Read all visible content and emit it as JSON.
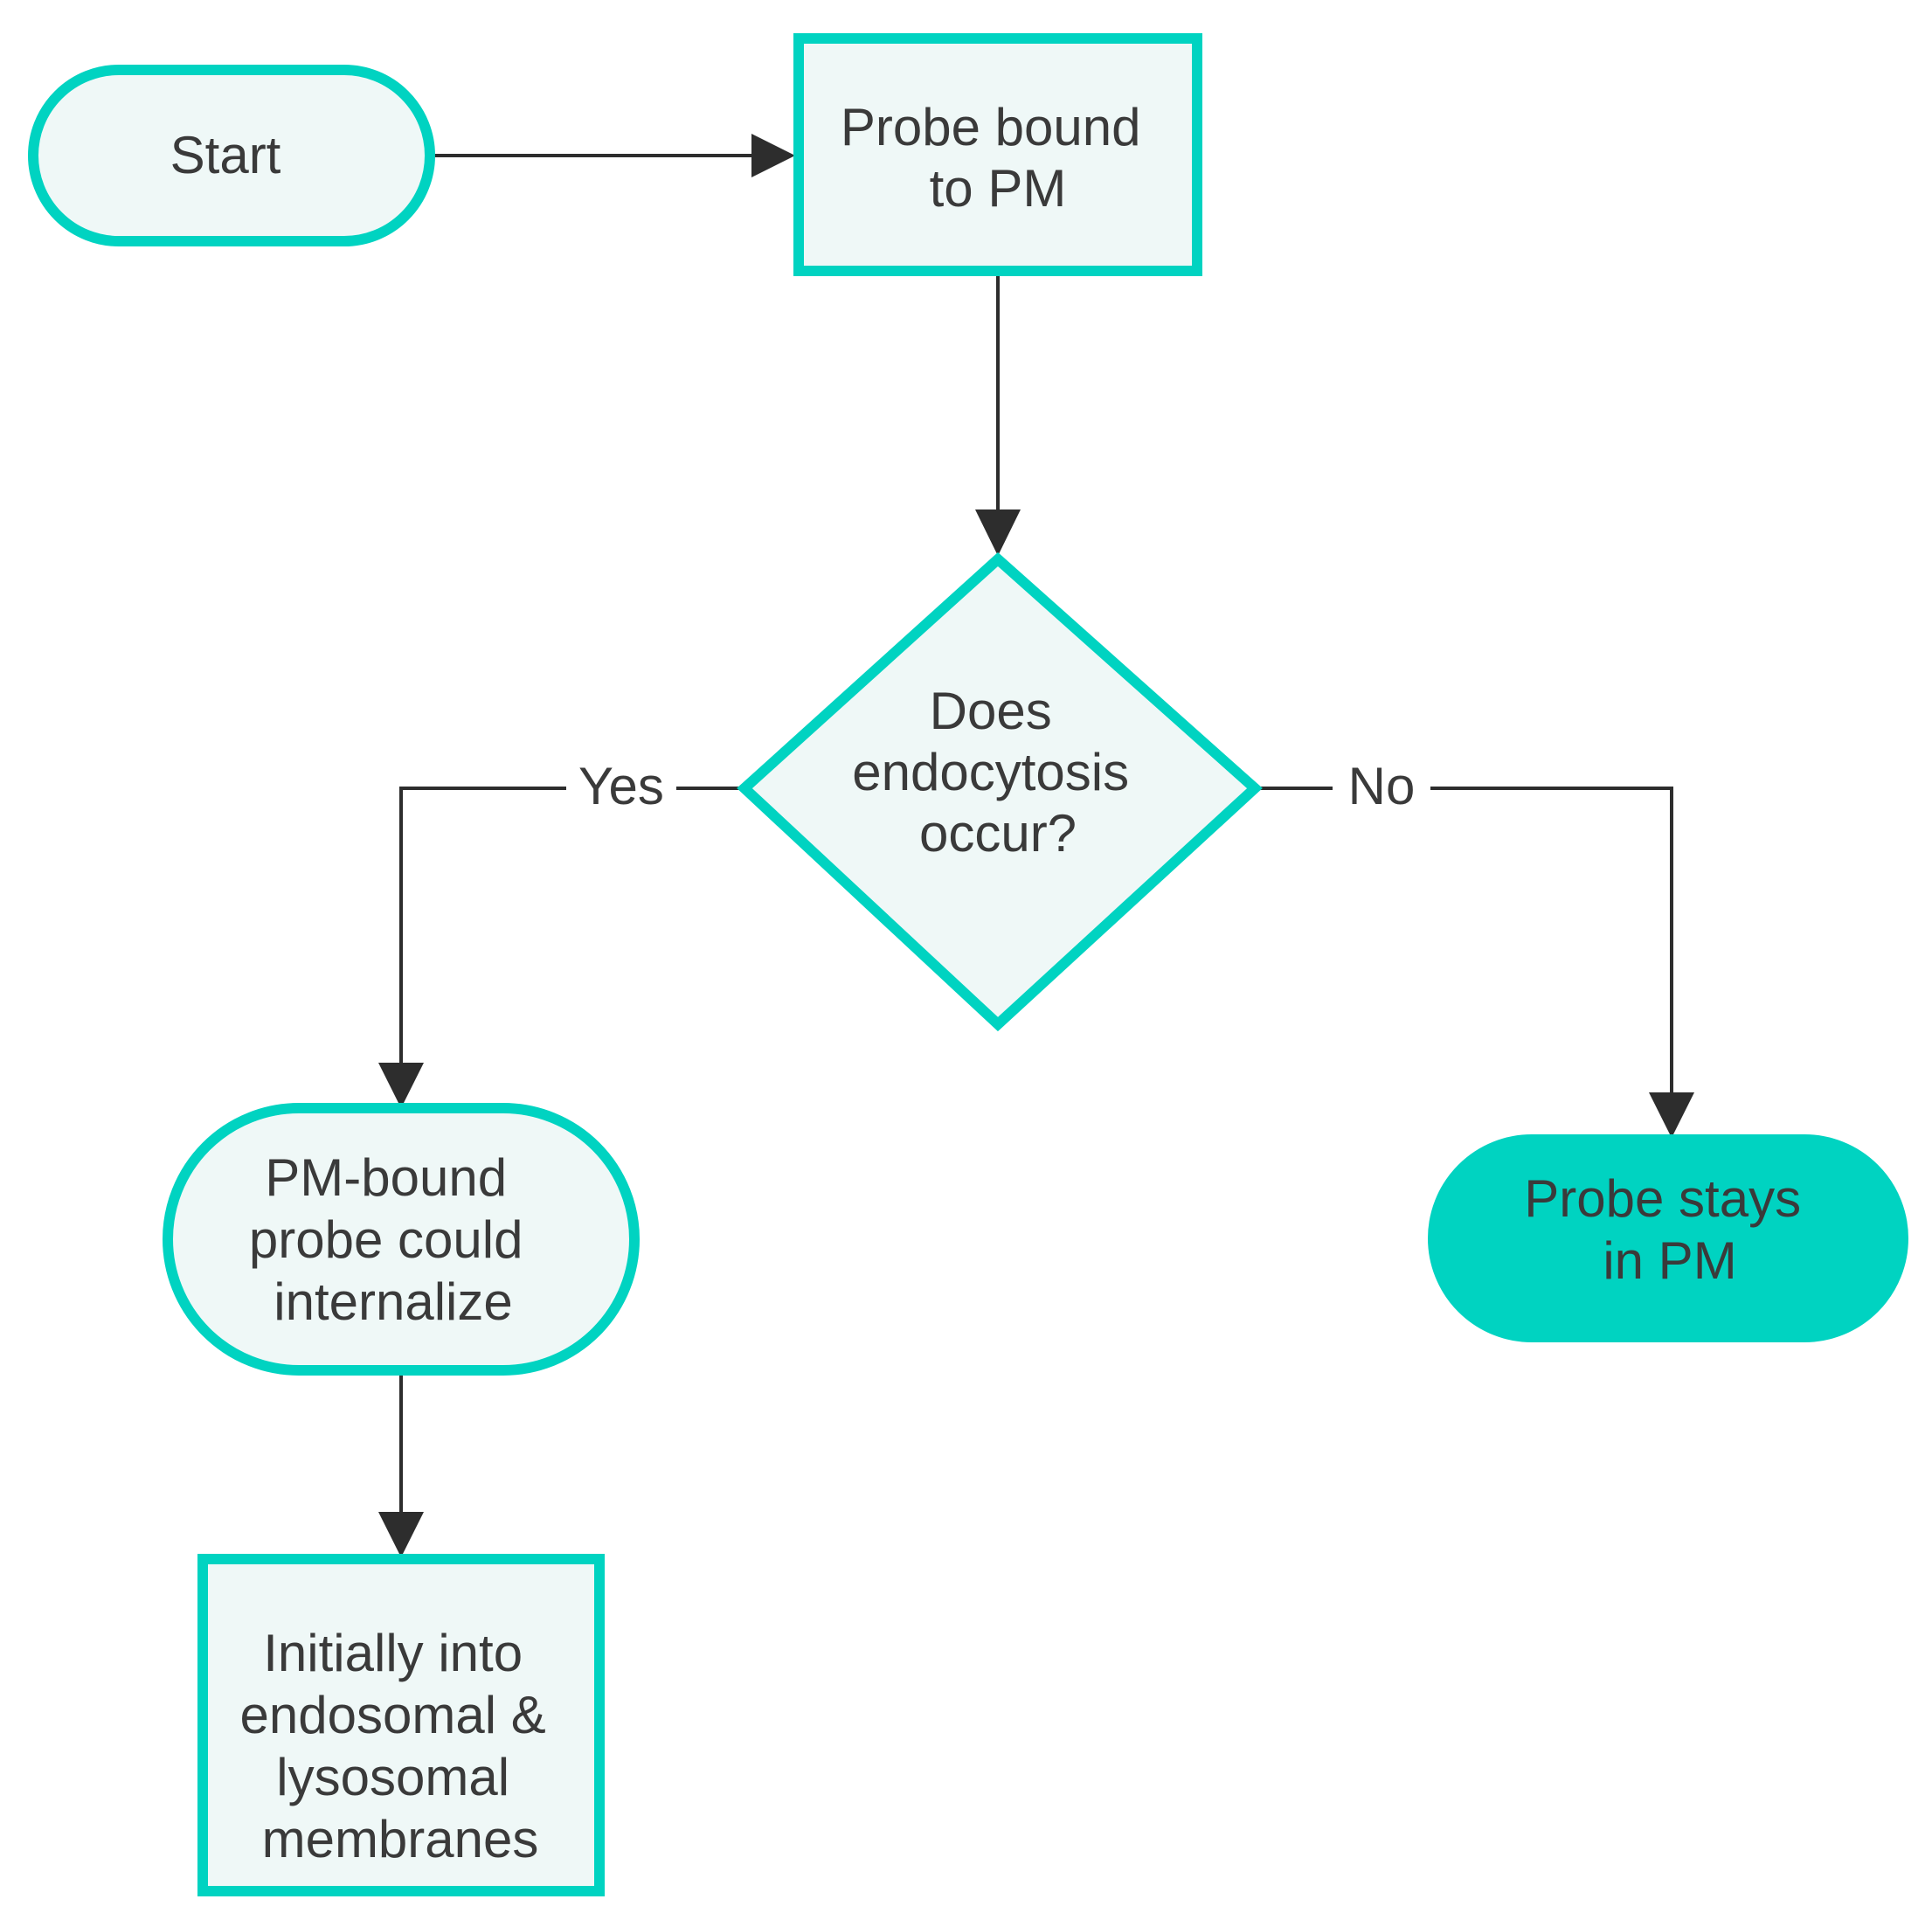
{
  "colors": {
    "accent": "#00d3c1",
    "node_fill": "#eff8f7",
    "edge": "#2d2d2d",
    "text": "#3a3a3a"
  },
  "nodes": {
    "start": {
      "shape": "terminal",
      "lines": [
        "Start"
      ]
    },
    "probe_bound": {
      "shape": "process",
      "lines": [
        "Probe bound",
        "to PM"
      ]
    },
    "decision": {
      "shape": "decision",
      "lines": [
        "Does",
        "endocytosis",
        "occur?"
      ]
    },
    "internalize": {
      "shape": "terminal",
      "lines": [
        "PM-bound",
        "probe could",
        "internalize"
      ]
    },
    "membranes": {
      "shape": "process",
      "lines": [
        "Initially into",
        "endosomal &",
        "lysosomal",
        "membranes"
      ]
    },
    "stays": {
      "shape": "terminal-filled",
      "lines": [
        "Probe stays",
        "in PM"
      ]
    }
  },
  "edges": {
    "start_to_probe": {
      "from": "start",
      "to": "probe_bound",
      "label": ""
    },
    "probe_to_decision": {
      "from": "probe_bound",
      "to": "decision",
      "label": ""
    },
    "decision_yes": {
      "from": "decision",
      "to": "internalize",
      "label": "Yes"
    },
    "decision_no": {
      "from": "decision",
      "to": "stays",
      "label": "No"
    },
    "internalize_to_membranes": {
      "from": "internalize",
      "to": "membranes",
      "label": ""
    }
  }
}
